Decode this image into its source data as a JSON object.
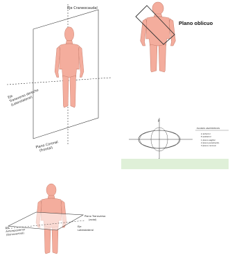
{
  "figures": {
    "coronal": {
      "axis_top": "Eje Craneocaudal",
      "axis_left_1": "Eje",
      "axis_left_2": "Transverso derecho",
      "axis_left_3": "(Laterolateral)",
      "plane_1": "Plano Coronal",
      "plane_2": "(frontal)"
    },
    "oblique": {
      "title": "Plano oblicuo"
    },
    "sections": {
      "legend_title": "PLANOS ANATÓMICOS",
      "legend_items": [
        "A  anterior",
        "P  posterior",
        "1  plano sagital",
        "2  plano paramedio",
        "3  plano coronal"
      ],
      "top_letter": "P",
      "bottom_letter": "A"
    },
    "transverse": {
      "plane_right_1": "Plano Transverso",
      "plane_right_2": "(axial)",
      "axis_left_1": "Eje",
      "axis_left_2": "Anteroposterior",
      "axis_left_3": "(Dorsoventral)",
      "axis_right_1": "Eje",
      "axis_right_2": "Laterolateral"
    }
  },
  "colors": {
    "skin": "#f4ad9d",
    "green_bar": "#dff0d8"
  }
}
